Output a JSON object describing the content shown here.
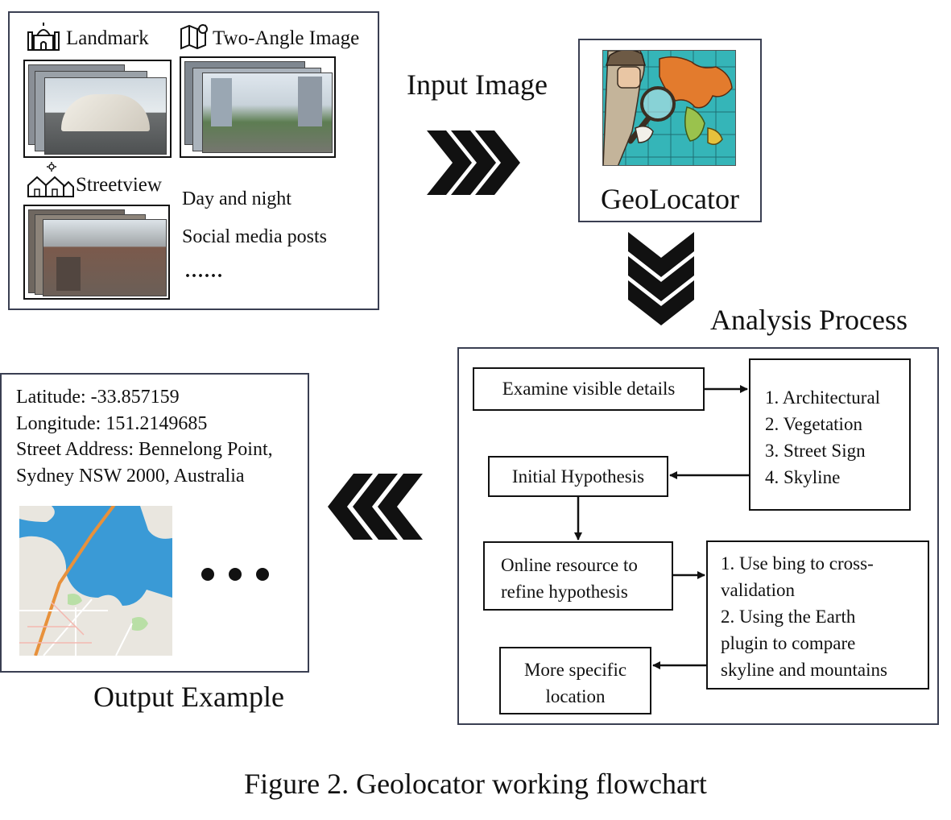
{
  "input_panel": {
    "landmark_label": "Landmark",
    "two_angle_label": "Two-Angle Image",
    "streetview_label": "Streetview",
    "extra_items": [
      "Day and night",
      "Social media posts",
      "......"
    ]
  },
  "input_arrow_label": "Input Image",
  "geolocator": {
    "label": "GeoLocator"
  },
  "analysis": {
    "title": "Analysis Process",
    "examine": "Examine visible details",
    "details": [
      "1. Architectural",
      "2. Vegetation",
      "3. Street Sign",
      "4. Skyline"
    ],
    "initial": "Initial Hypothesis",
    "online": [
      "Online resource to",
      "refine hypothesis"
    ],
    "methods": [
      "1. Use bing to cross-",
      "validation",
      "2. Using the Earth",
      "plugin to compare",
      "skyline and mountains"
    ],
    "specific": [
      "More specific",
      "location"
    ]
  },
  "output": {
    "latitude": "Latitude: -33.857159",
    "longitude": "Longitude: 151.2149685",
    "address_line1": "Street Address: Bennelong Point,",
    "address_line2": "Sydney NSW 2000, Australia",
    "title": "Output Example"
  },
  "caption": "Figure 2. Geolocator working flowchart"
}
